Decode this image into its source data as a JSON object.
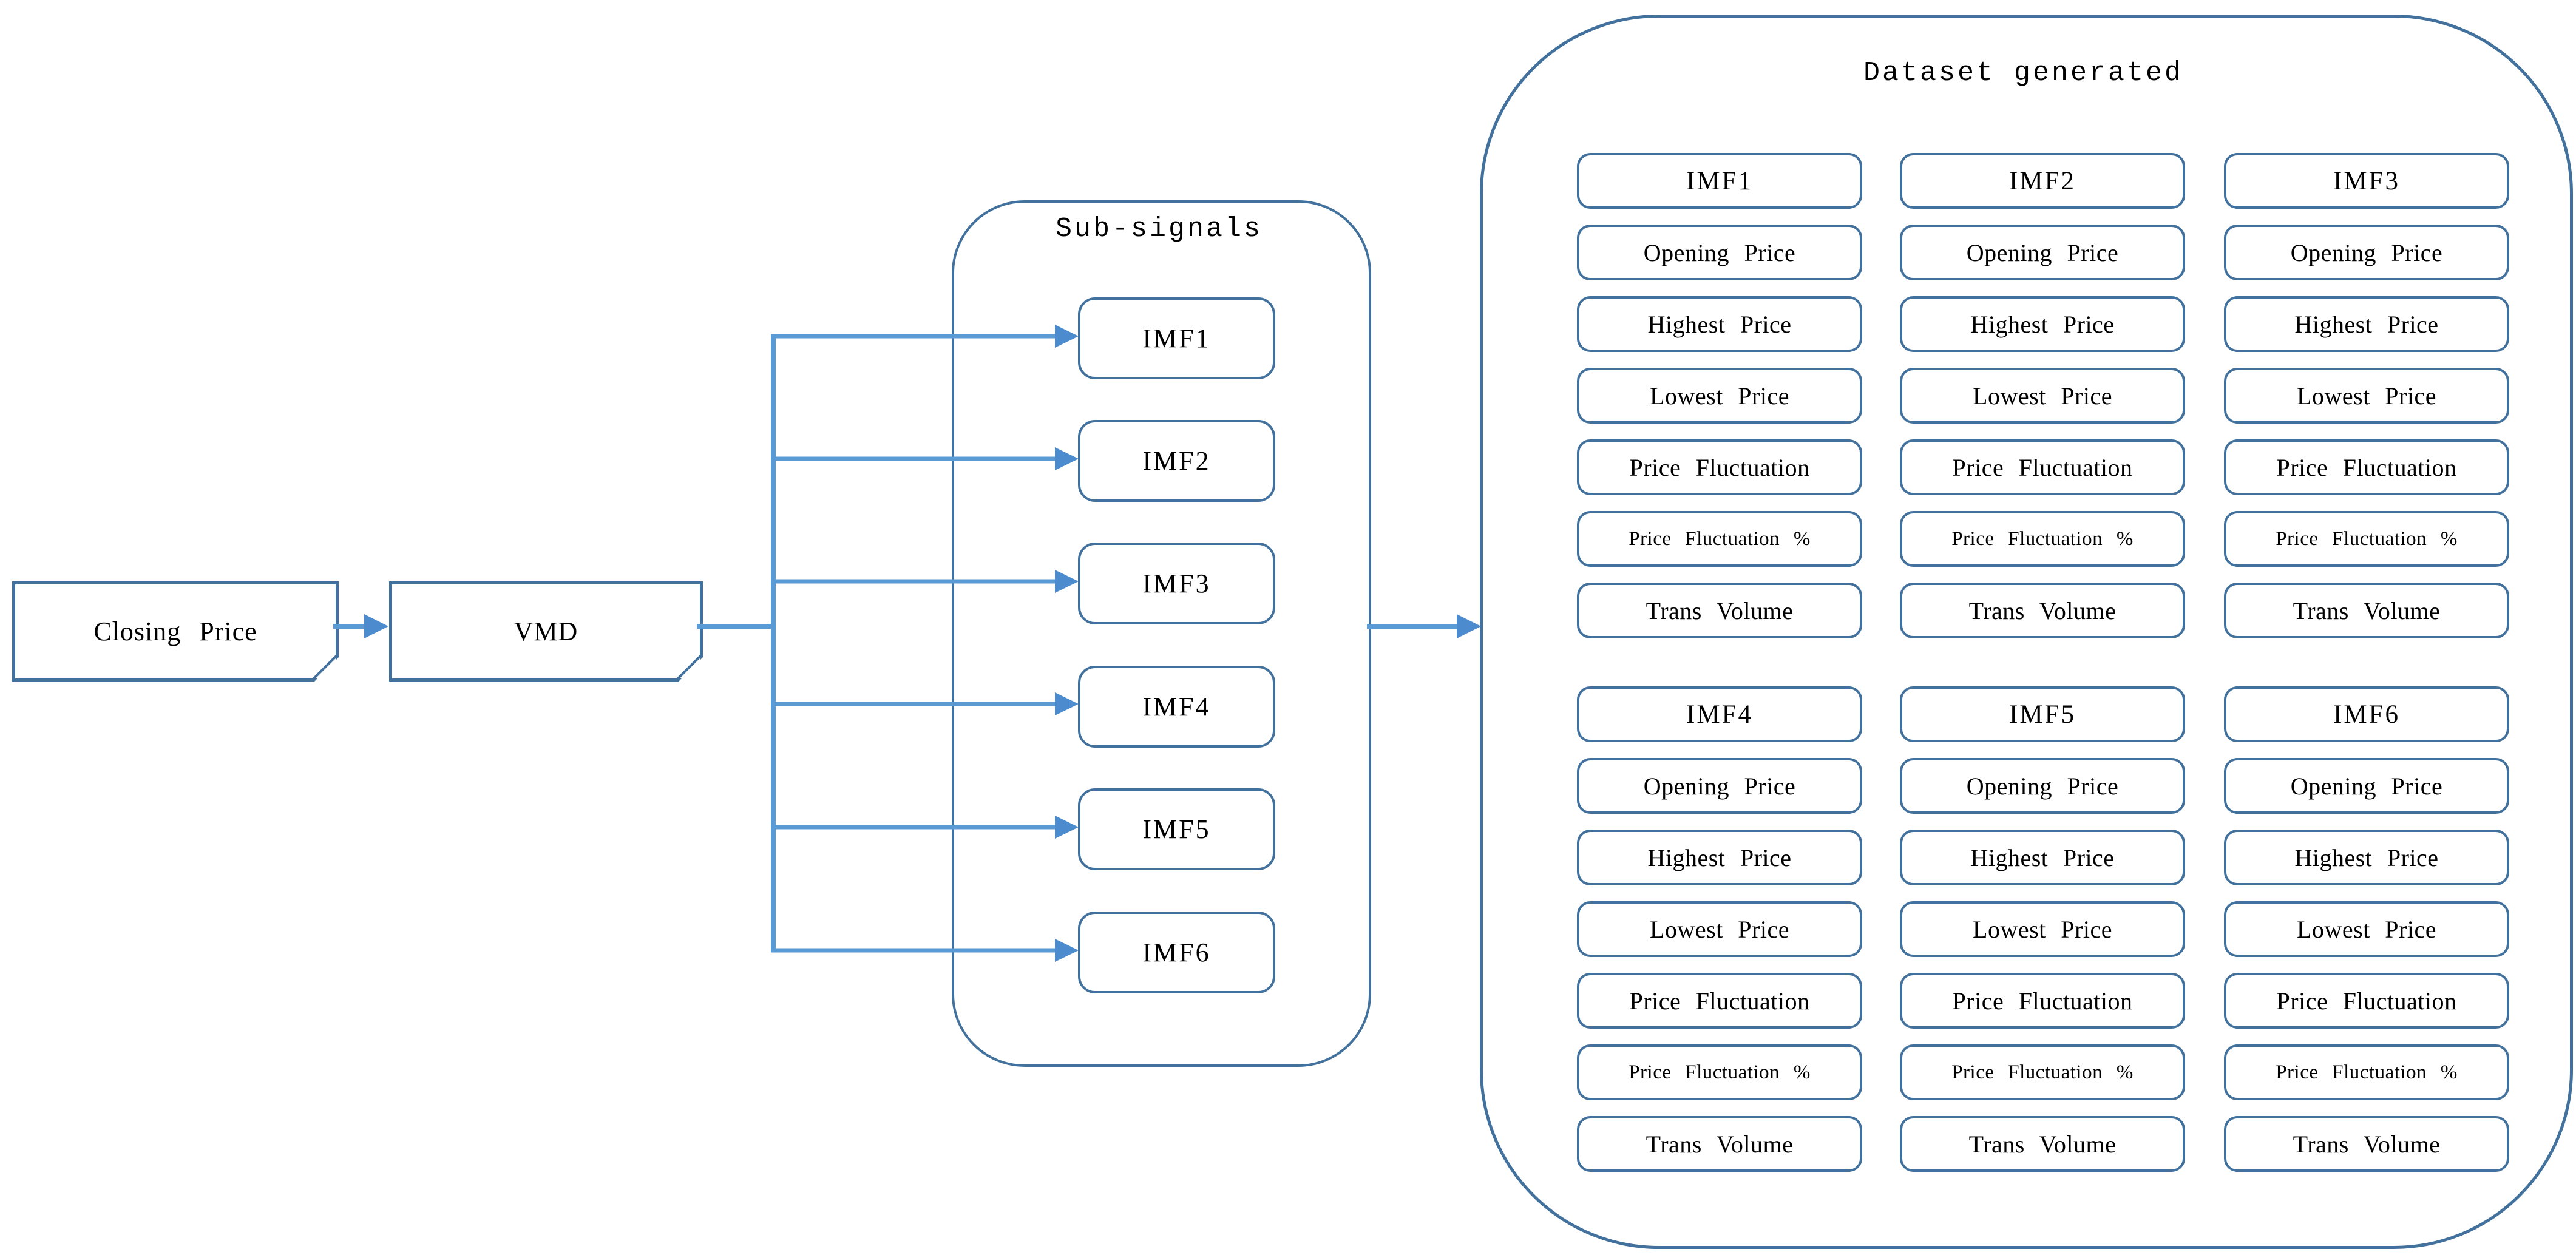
{
  "flow": {
    "closing_price_label": "Closing Price",
    "vmd_label": "VMD"
  },
  "subsignals": {
    "title": "Sub-signals",
    "items": [
      "IMF1",
      "IMF2",
      "IMF3",
      "IMF4",
      "IMF5",
      "IMF6"
    ]
  },
  "dataset": {
    "title": "Dataset generated",
    "groups": [
      {
        "header": "IMF1",
        "features": [
          "Opening Price",
          "Highest Price",
          "Lowest Price",
          "Price Fluctuation",
          "Price Fluctuation %",
          "Trans Volume"
        ]
      },
      {
        "header": "IMF2",
        "features": [
          "Opening Price",
          "Highest Price",
          "Lowest Price",
          "Price Fluctuation",
          "Price Fluctuation %",
          "Trans Volume"
        ]
      },
      {
        "header": "IMF3",
        "features": [
          "Opening Price",
          "Highest Price",
          "Lowest Price",
          "Price Fluctuation",
          "Price Fluctuation %",
          "Trans Volume"
        ]
      },
      {
        "header": "IMF4",
        "features": [
          "Opening Price",
          "Highest Price",
          "Lowest Price",
          "Price Fluctuation",
          "Price Fluctuation %",
          "Trans Volume"
        ]
      },
      {
        "header": "IMF5",
        "features": [
          "Opening Price",
          "Highest Price",
          "Lowest Price",
          "Price Fluctuation",
          "Price Fluctuation %",
          "Trans Volume"
        ]
      },
      {
        "header": "IMF6",
        "features": [
          "Opening Price",
          "Highest Price",
          "Lowest Price",
          "Price Fluctuation",
          "Price Fluctuation %",
          "Trans Volume"
        ]
      }
    ]
  },
  "colors": {
    "box_border": "#41719c",
    "arrow_line": "#5b9bd5",
    "arrow_head": "#4b8bce",
    "text": "#000000",
    "background": "#ffffff"
  }
}
